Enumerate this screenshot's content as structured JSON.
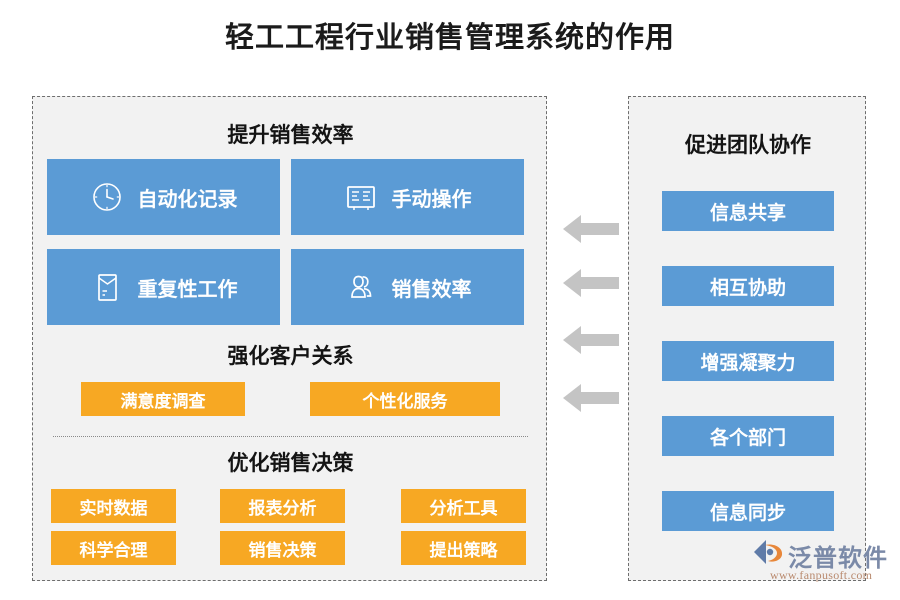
{
  "title": "轻工工程行业销售管理系统的作用",
  "colors": {
    "blue": "#5b9bd5",
    "orange": "#f7a823",
    "panel_bg": "#f2f2f2",
    "panel_border": "#6e6e6e",
    "arrow": "#c4c4c4",
    "title_text": "#1b1b1b"
  },
  "left_panel": {
    "sections": [
      {
        "heading": "提升销售效率",
        "cards": [
          {
            "label": "自动化记录",
            "icon": "clock-icon"
          },
          {
            "label": "手动操作",
            "icon": "dashboard-icon"
          },
          {
            "label": "重复性工作",
            "icon": "document-icon"
          },
          {
            "label": "销售效率",
            "icon": "users-icon"
          }
        ]
      },
      {
        "heading": "强化客户关系",
        "cards": [
          {
            "label": "满意度调查"
          },
          {
            "label": "个性化服务"
          }
        ]
      },
      {
        "heading": "优化销售决策",
        "cards": [
          {
            "label": "实时数据"
          },
          {
            "label": "报表分析"
          },
          {
            "label": "分析工具"
          },
          {
            "label": "科学合理"
          },
          {
            "label": "销售决策"
          },
          {
            "label": "提出策略"
          }
        ]
      }
    ]
  },
  "right_panel": {
    "heading": "促进团队协作",
    "items": [
      {
        "label": "信息共享"
      },
      {
        "label": "相互协助"
      },
      {
        "label": "增强凝聚力"
      },
      {
        "label": "各个部门"
      },
      {
        "label": "信息同步"
      }
    ]
  },
  "arrows": {
    "count": 4,
    "direction": "left",
    "icon": "arrow-left-icon"
  },
  "logo": {
    "name": "泛普软件",
    "url": "www.fanpusoft.com",
    "icon": "fanpu-logo-icon"
  }
}
